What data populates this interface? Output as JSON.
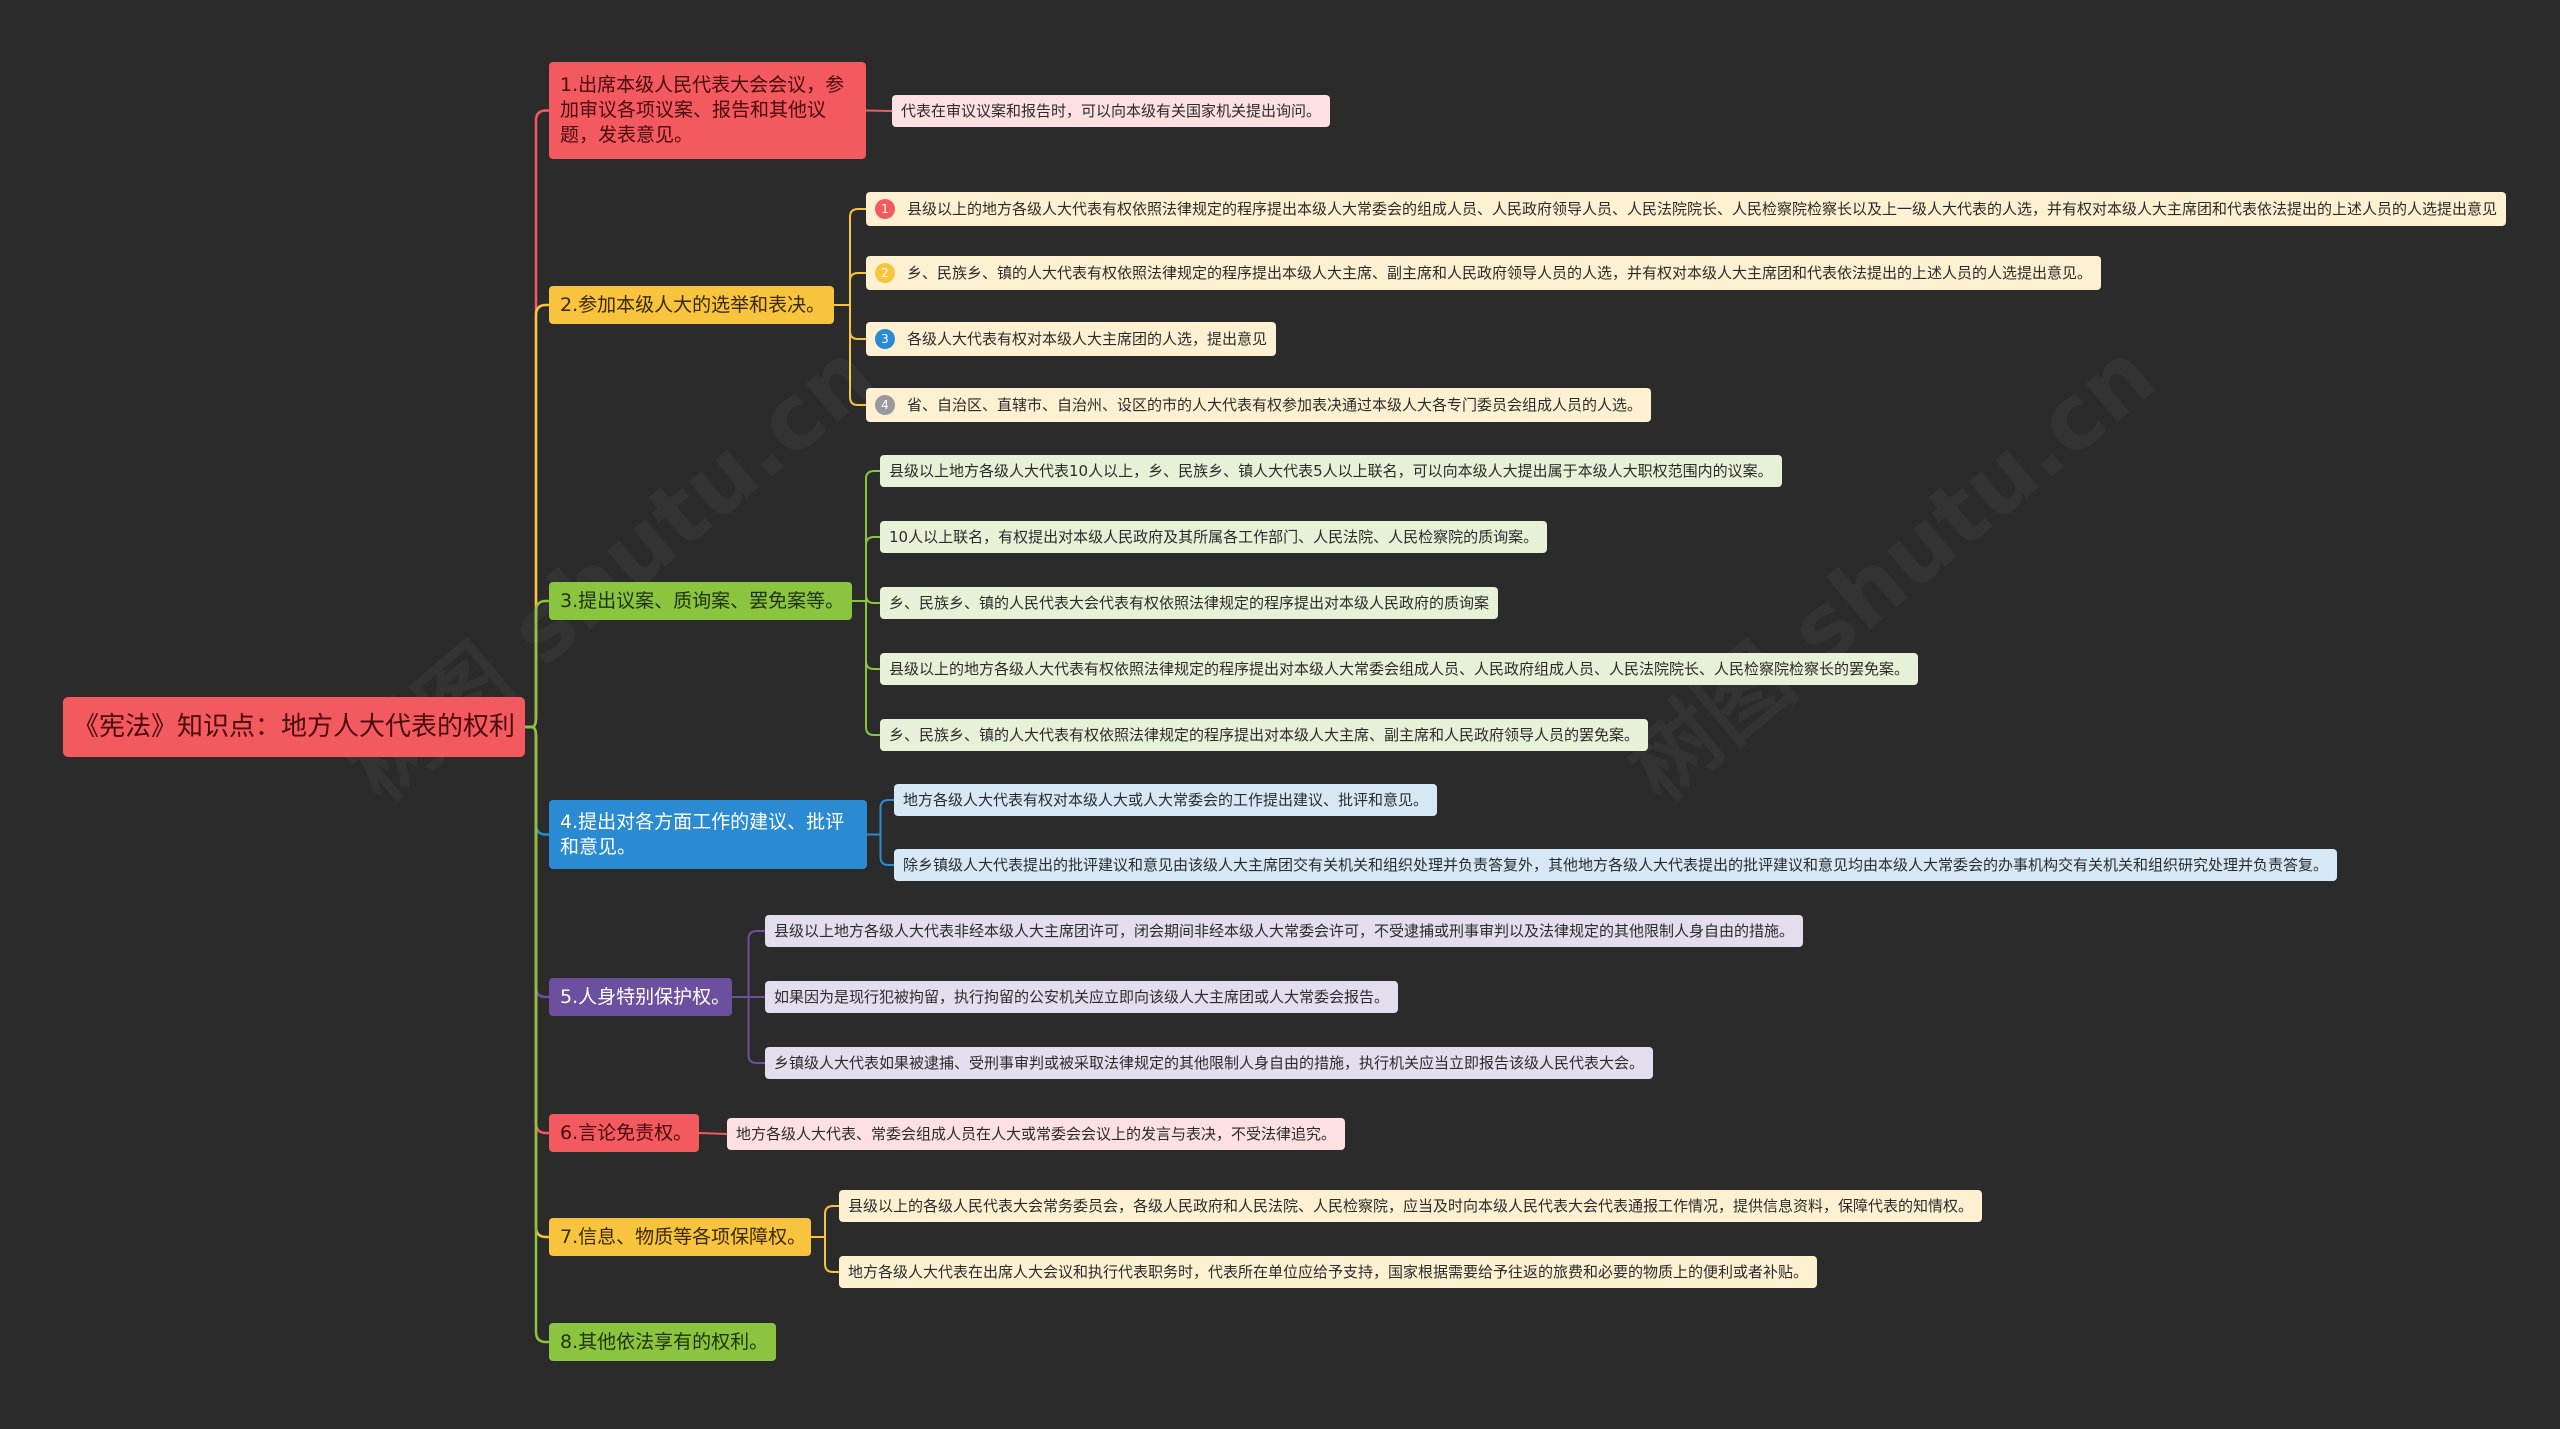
{
  "root": {
    "label": "《宪法》知识点：地方人大代表的权利"
  },
  "colors": {
    "red": "#f25a5f",
    "yellow": "#f8c33d",
    "green": "#8bc43e",
    "blue": "#2b8bd2",
    "purple": "#6c4f9e"
  },
  "branches": [
    {
      "label": "1.出席本级人民代表大会会议，参加审议各项议案、报告和其他议题，发表意见。",
      "children": [
        "代表在审议议案和报告时，可以向本级有关国家机关提出询问。"
      ]
    },
    {
      "label": "2.参加本级人大的选举和表决。",
      "children": [
        "县级以上的地方各级人大代表有权依照法律规定的程序提出本级人大常委会的组成人员、人民政府领导人员、人民法院院长、人民检察院检察长以及上一级人大代表的人选，并有权对本级人大主席团和代表依法提出的上述人员的人选提出意见",
        "乡、民族乡、镇的人大代表有权依照法律规定的程序提出本级人大主席、副主席和人民政府领导人员的人选，并有权对本级人大主席团和代表依法提出的上述人员的人选提出意见。",
        "各级人大代表有权对本级人大主席团的人选，提出意见",
        "省、自治区、直辖市、自治州、设区的市的人大代表有权参加表决通过本级人大各专门委员会组成人员的人选。"
      ]
    },
    {
      "label": "3.提出议案、质询案、罢免案等。",
      "children": [
        "县级以上地方各级人大代表10人以上，乡、民族乡、镇人大代表5人以上联名，可以向本级人大提出属于本级人大职权范围内的议案。",
        "10人以上联名，有权提出对本级人民政府及其所属各工作部门、人民法院、人民检察院的质询案。",
        "乡、民族乡、镇的人民代表大会代表有权依照法律规定的程序提出对本级人民政府的质询案",
        "县级以上的地方各级人大代表有权依照法律规定的程序提出对本级人大常委会组成人员、人民政府组成人员、人民法院院长、人民检察院检察长的罢免案。",
        "乡、民族乡、镇的人大代表有权依照法律规定的程序提出对本级人大主席、副主席和人民政府领导人员的罢免案。"
      ]
    },
    {
      "label": "4.提出对各方面工作的建议、批评和意见。",
      "children": [
        "地方各级人大代表有权对本级人大或人大常委会的工作提出建议、批评和意见。",
        "除乡镇级人大代表提出的批评建议和意见由该级人大主席团交有关机关和组织处理并负责答复外，其他地方各级人大代表提出的批评建议和意见均由本级人大常委会的办事机构交有关机关和组织研究处理并负责答复。"
      ]
    },
    {
      "label": "5.人身特别保护权。",
      "children": [
        "县级以上地方各级人大代表非经本级人大主席团许可，闭会期间非经本级人大常委会许可，不受逮捕或刑事审判以及法律规定的其他限制人身自由的措施。",
        "如果因为是现行犯被拘留，执行拘留的公安机关应立即向该级人大主席团或人大常委会报告。",
        "乡镇级人大代表如果被逮捕、受刑事审判或被采取法律规定的其他限制人身自由的措施，执行机关应当立即报告该级人民代表大会。"
      ]
    },
    {
      "label": "6.言论免责权。",
      "children": [
        "地方各级人大代表、常委会组成人员在人大或常委会会议上的发言与表决，不受法律追究。"
      ]
    },
    {
      "label": "7.信息、物质等各项保障权。",
      "children": [
        "县级以上的各级人民代表大会常务委员会，各级人民政府和人民法院、人民检察院，应当及时向本级人民代表大会代表通报工作情况，提供信息资料，保障代表的知情权。",
        "地方各级人大代表在出席人大会议和执行代表职务时，代表所在单位应给予支持，国家根据需要给予往返的旅费和必要的物质上的便利或者补贴。"
      ]
    },
    {
      "label": "8.其他依法享有的权利。",
      "children": []
    }
  ],
  "badges": [
    "1",
    "2",
    "3",
    "4"
  ],
  "watermark": "树图 shutu.cn"
}
